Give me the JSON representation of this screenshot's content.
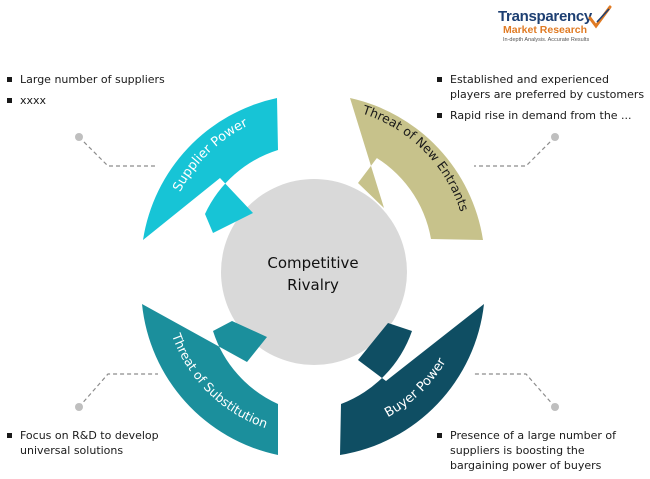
{
  "logo": {
    "name_line1": "Transparency",
    "name_line2": "Market Research",
    "tagline": "In-depth Analysis. Accurate Results"
  },
  "center": {
    "line1": "Competitive",
    "line2": "Rivalry",
    "color": "#d9d9d9"
  },
  "forces": {
    "top_left": {
      "label": "Supplier Power",
      "color": "#17c4d6"
    },
    "top_right": {
      "label": "Threat of New Entrants",
      "color": "#c7c28b"
    },
    "bottom_left": {
      "label": "Threat of Substitution",
      "color": "#1b8f9c"
    },
    "bottom_right": {
      "label": "Buyer Power",
      "color": "#0f4e63"
    }
  },
  "lists": {
    "top_left": [
      "Large number of suppliers",
      "xxxx"
    ],
    "top_right": [
      "Established and experienced players are preferred by customers",
      "Rapid rise in demand from the ..."
    ],
    "bottom_left": [
      "Focus on R&D to develop universal solutions"
    ],
    "bottom_right": [
      "Presence of a large number of suppliers is boosting the bargaining power of buyers"
    ]
  }
}
